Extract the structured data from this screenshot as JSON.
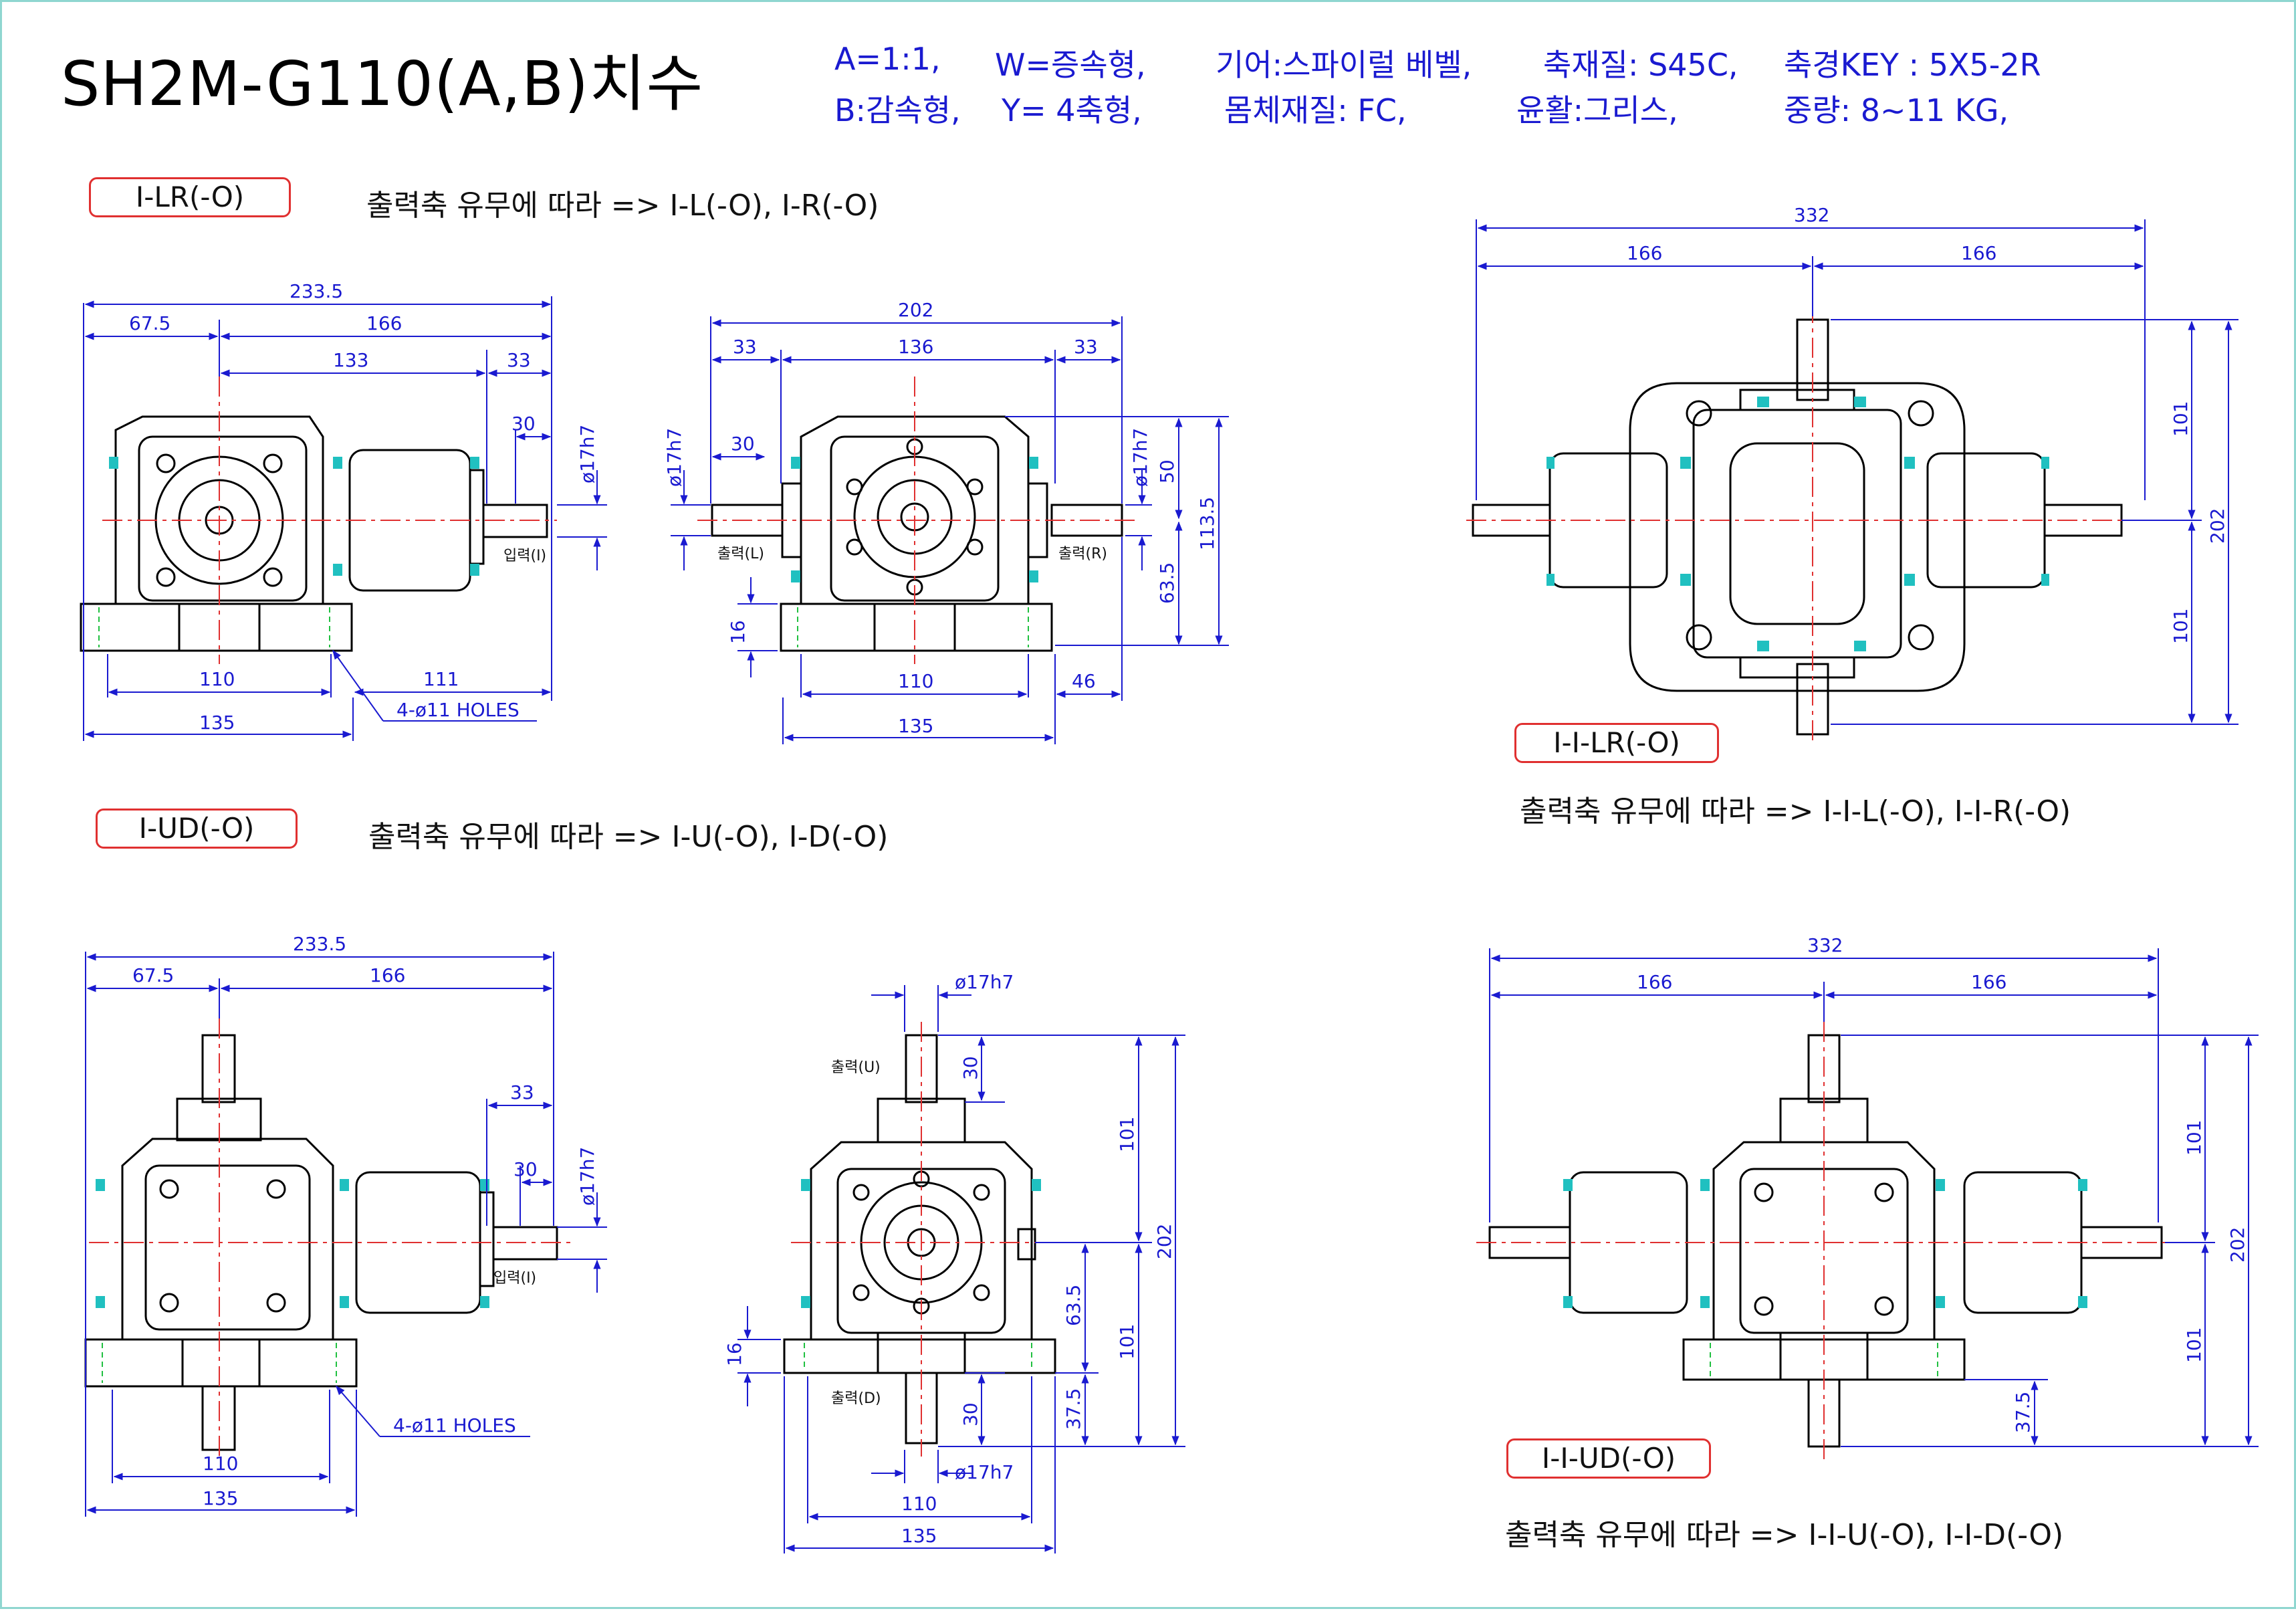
{
  "title": "SH2M-G110(A,B)치수",
  "specs": {
    "line1": [
      "A=1:1,",
      "W=증속형,",
      "기어:스파이럴 베벨,",
      "축재질: S45C,",
      "축경KEY : 5X5-2R"
    ],
    "line2": [
      "B:감속형,",
      "Y= 4축형,",
      "몸체재질: FC,",
      "윤활:그리스,",
      "중량: 8~11 KG,"
    ]
  },
  "sections": {
    "s1": {
      "tag": "I-LR(-O)",
      "note": "출력축 유무에 따라 => I-L(-O), I-R(-O)"
    },
    "s2": {
      "tag": "I-UD(-O)",
      "note": "출력축 유무에 따라 => I-U(-O), I-D(-O)"
    },
    "s3": {
      "tag": "I-I-LR(-O)",
      "note": "출력축 유무에 따라 => I-I-L(-O), I-I-R(-O)"
    },
    "s4": {
      "tag": "I-I-UD(-O)",
      "note": "출력축 유무에 따라 => I-I-U(-O), I-I-D(-O)"
    }
  },
  "dims": {
    "v1": {
      "d1": "233.5",
      "d2": "67.5",
      "d3": "166",
      "d4": "133",
      "d5": "33",
      "d6": "30",
      "d7": "ø17h7",
      "d8": "110",
      "d9": "111",
      "d10": "135",
      "d11": "4-ø11  HOLES",
      "lbl1": "입력(I)"
    },
    "v2": {
      "d1": "202",
      "d2": "33",
      "d3": "136",
      "d4": "33",
      "d5": "30",
      "d6": "ø17h7",
      "d7": "ø17h7",
      "d8": "50",
      "d9": "113.5",
      "d10": "63.5",
      "d11": "16",
      "d12": "110",
      "d13": "46",
      "d14": "135",
      "lblL": "출력(L)",
      "lblR": "출력(R)"
    },
    "v3": {
      "d1": "332",
      "d2": "166",
      "d3": "166",
      "d4": "101",
      "d5": "202",
      "d6": "101"
    },
    "v4": {
      "d1": "233.5",
      "d2": "67.5",
      "d3": "166",
      "d4": "33",
      "d5": "30",
      "d6": "ø17h7",
      "d7": "4-ø11  HOLES",
      "d8": "110",
      "d9": "135",
      "lbl1": "입력(I)"
    },
    "v5": {
      "d1": "ø17h7",
      "d2": "30",
      "d3": "101",
      "d4": "202",
      "d5": "63.5",
      "d6": "101",
      "d7": "16",
      "d8": "37.5",
      "d9": "30",
      "d10": "ø17h7",
      "d11": "110",
      "d12": "135",
      "lblU": "출력(U)",
      "lblD": "출력(D)"
    },
    "v6": {
      "d1": "332",
      "d2": "166",
      "d3": "166",
      "d4": "101",
      "d5": "202",
      "d6": "101",
      "d7": "37.5"
    }
  },
  "colors": {
    "line": "#000000",
    "dim": "#1a1ad0",
    "center": "#e03030",
    "bolt": "#20c0c0",
    "hidden": "#20c040",
    "tag_border": "#e03030",
    "frame": "#8fd6d0"
  }
}
